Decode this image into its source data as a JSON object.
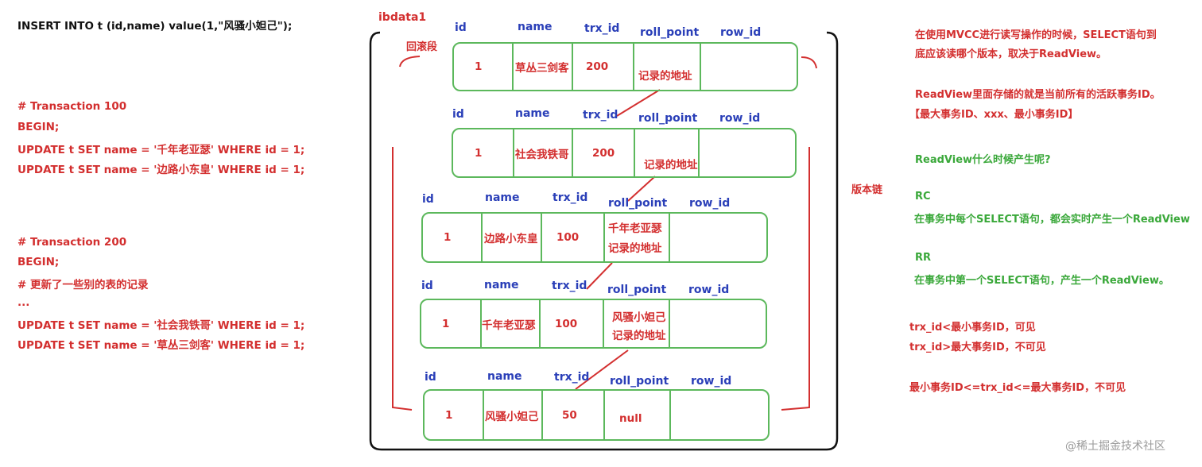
{
  "left_sql": {
    "insert": "INSERT INTO t (id,name) value(1,\"风骚小妲己\");",
    "tx100": [
      "# Transaction 100",
      "BEGIN;",
      "UPDATE t SET name = '千年老亚瑟' WHERE id = 1;",
      "UPDATE t SET name = '边路小东皇' WHERE id = 1;"
    ],
    "tx200": [
      "# Transaction 200",
      "BEGIN;",
      "# 更新了一些别的表的记录",
      "...",
      "UPDATE t SET name = '社会我铁哥' WHERE id = 1;",
      "UPDATE t SET name = '草丛三剑客' WHERE id = 1;"
    ]
  },
  "diagram": {
    "ibdata_label": "ibdata1",
    "undo_label": "回滚段",
    "chain_label": "版本链",
    "rows": [
      {
        "headers": [
          "id",
          "name",
          "trx_id",
          "roll_point",
          "row_id"
        ],
        "id": "1",
        "name": "草丛三剑客",
        "trx_id": "200",
        "roll_point": "记录的地址",
        "roll_point_top": "",
        "row_id": ""
      },
      {
        "headers": [
          "id",
          "name",
          "trx_id",
          "roll_point",
          "row_id"
        ],
        "id": "1",
        "name": "社会我铁哥",
        "trx_id": "200",
        "roll_point": "记录的地址",
        "roll_point_top": "",
        "row_id": ""
      },
      {
        "headers": [
          "id",
          "name",
          "trx_id",
          "roll_point",
          "row_id"
        ],
        "id": "1",
        "name": "边路小东皇",
        "trx_id": "100",
        "roll_point": "记录的地址",
        "roll_point_top": "千年老亚瑟",
        "row_id": ""
      },
      {
        "headers": [
          "id",
          "name",
          "trx_id",
          "roll_point",
          "row_id"
        ],
        "id": "1",
        "name": "千年老亚瑟",
        "trx_id": "100",
        "roll_point": "记录的地址",
        "roll_point_top": "风骚小妲己",
        "row_id": ""
      },
      {
        "headers": [
          "id",
          "name",
          "trx_id",
          "roll_point",
          "row_id"
        ],
        "id": "1",
        "name": "风骚小妲己",
        "trx_id": "50",
        "roll_point": "null",
        "roll_point_top": "",
        "row_id": ""
      }
    ]
  },
  "right_notes": {
    "intro1": "在使用MVCC进行读写操作的时候，SELECT语句到",
    "intro2": "底应该读哪个版本，取决于ReadView。",
    "rv1": "ReadView里面存储的就是当前所有的活跃事务ID。",
    "rv2": "【最大事务ID、xxx、最小事务ID】",
    "when": "ReadView什么时候产生呢?",
    "rc_title": "RC",
    "rc_desc": "在事务中每个SELECT语句，都会实时产生一个ReadView",
    "rr_title": "RR",
    "rr_desc": "在事务中第一个SELECT语句，产生一个ReadView。",
    "rule1": "trx_id<最小事务ID，可见",
    "rule2": "trx_id>最大事务ID，不可见",
    "rule3": "最小事务ID<=trx_id<=最大事务ID，不可见"
  },
  "watermark": "@稀土掘金技术社区",
  "colors": {
    "red": "#d32f2f",
    "blue": "#2a3fb8",
    "green": "#3aa83a",
    "box": "#5cb85c"
  }
}
